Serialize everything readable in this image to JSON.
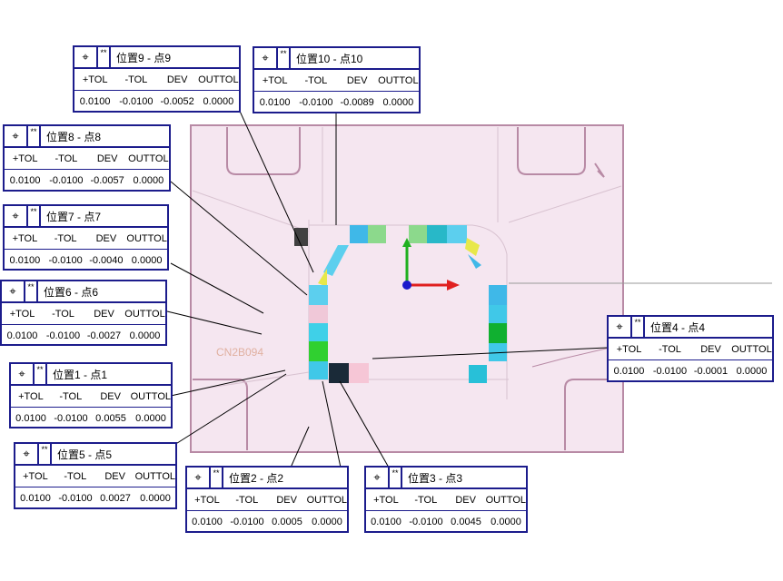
{
  "columns": [
    "+TOL",
    "-TOL",
    "DEV",
    "OUTTOL"
  ],
  "watermark": "CN2B094",
  "colors": {
    "border": "#1c1c8c",
    "part_fill": "#f5e6f0",
    "part_stroke": "#b88aa5",
    "x_axis": "#e02020",
    "y_axis": "#20b020",
    "origin": "#1a1acc"
  },
  "callouts": [
    {
      "id": "p9",
      "icon": "position-icon",
      "title": "位置9 - 点9",
      "values": [
        "0.0100",
        "-0.0100",
        "-0.0052",
        "0.0000"
      ]
    },
    {
      "id": "p10",
      "icon": "position-icon",
      "title": "位置10 - 点10",
      "values": [
        "0.0100",
        "-0.0100",
        "-0.0089",
        "0.0000"
      ]
    },
    {
      "id": "p8",
      "icon": "position-icon",
      "title": "位置8 - 点8",
      "values": [
        "0.0100",
        "-0.0100",
        "-0.0057",
        "0.0000"
      ]
    },
    {
      "id": "p7",
      "icon": "position-icon",
      "title": "位置7 - 点7",
      "values": [
        "0.0100",
        "-0.0100",
        "-0.0040",
        "0.0000"
      ]
    },
    {
      "id": "p6",
      "icon": "position-icon",
      "title": "位置6 - 点6",
      "values": [
        "0.0100",
        "-0.0100",
        "-0.0027",
        "0.0000"
      ]
    },
    {
      "id": "p1",
      "icon": "position-icon",
      "title": "位置1 - 点1",
      "values": [
        "0.0100",
        "-0.0100",
        "0.0055",
        "0.0000"
      ]
    },
    {
      "id": "p5",
      "icon": "position-icon",
      "title": "位置5 - 点5",
      "values": [
        "0.0100",
        "-0.0100",
        "0.0027",
        "0.0000"
      ]
    },
    {
      "id": "p2",
      "icon": "position-icon",
      "title": "位置2 - 点2",
      "values": [
        "0.0100",
        "-0.0100",
        "0.0005",
        "0.0000"
      ]
    },
    {
      "id": "p3",
      "icon": "position-icon",
      "title": "位置3 - 点3",
      "values": [
        "0.0100",
        "-0.0100",
        "0.0045",
        "0.0000"
      ]
    },
    {
      "id": "p4",
      "icon": "position-icon",
      "title": "位置4 - 点4",
      "values": [
        "0.0100",
        "-0.0100",
        "-0.0001",
        "0.0000"
      ]
    }
  ]
}
